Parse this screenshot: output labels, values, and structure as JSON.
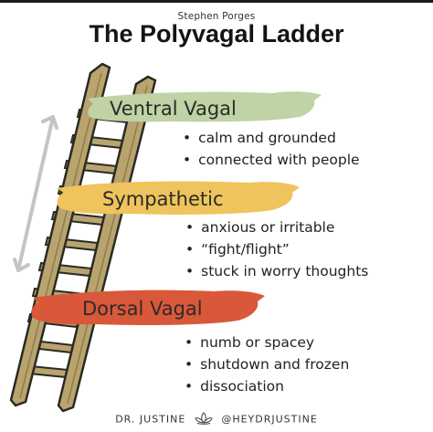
{
  "header": {
    "subtitle": "Stephen Porges",
    "title": "The Polyvagal Ladder"
  },
  "states": [
    {
      "label": "Ventral Vagal",
      "color": "#bfd3a4",
      "bullets": [
        "calm and grounded",
        "connected with people"
      ]
    },
    {
      "label": "Sympathetic",
      "color": "#efc45c",
      "bullets": [
        "anxious or irritable",
        "“fight/flight”",
        "stuck in worry thoughts"
      ]
    },
    {
      "label": "Dorsal Vagal",
      "color": "#d9583a",
      "bullets": [
        "numb or spacey",
        "shutdown and frozen",
        "dissociation"
      ]
    }
  ],
  "footer": {
    "author": "DR. JUSTINE",
    "handle": "@HEYDRJUSTINE",
    "icon": "lotus-icon"
  },
  "colors": {
    "ladder_wood": "#b9a46f",
    "ladder_outline": "#2a2a22",
    "arrow": "#c4c4c4"
  }
}
